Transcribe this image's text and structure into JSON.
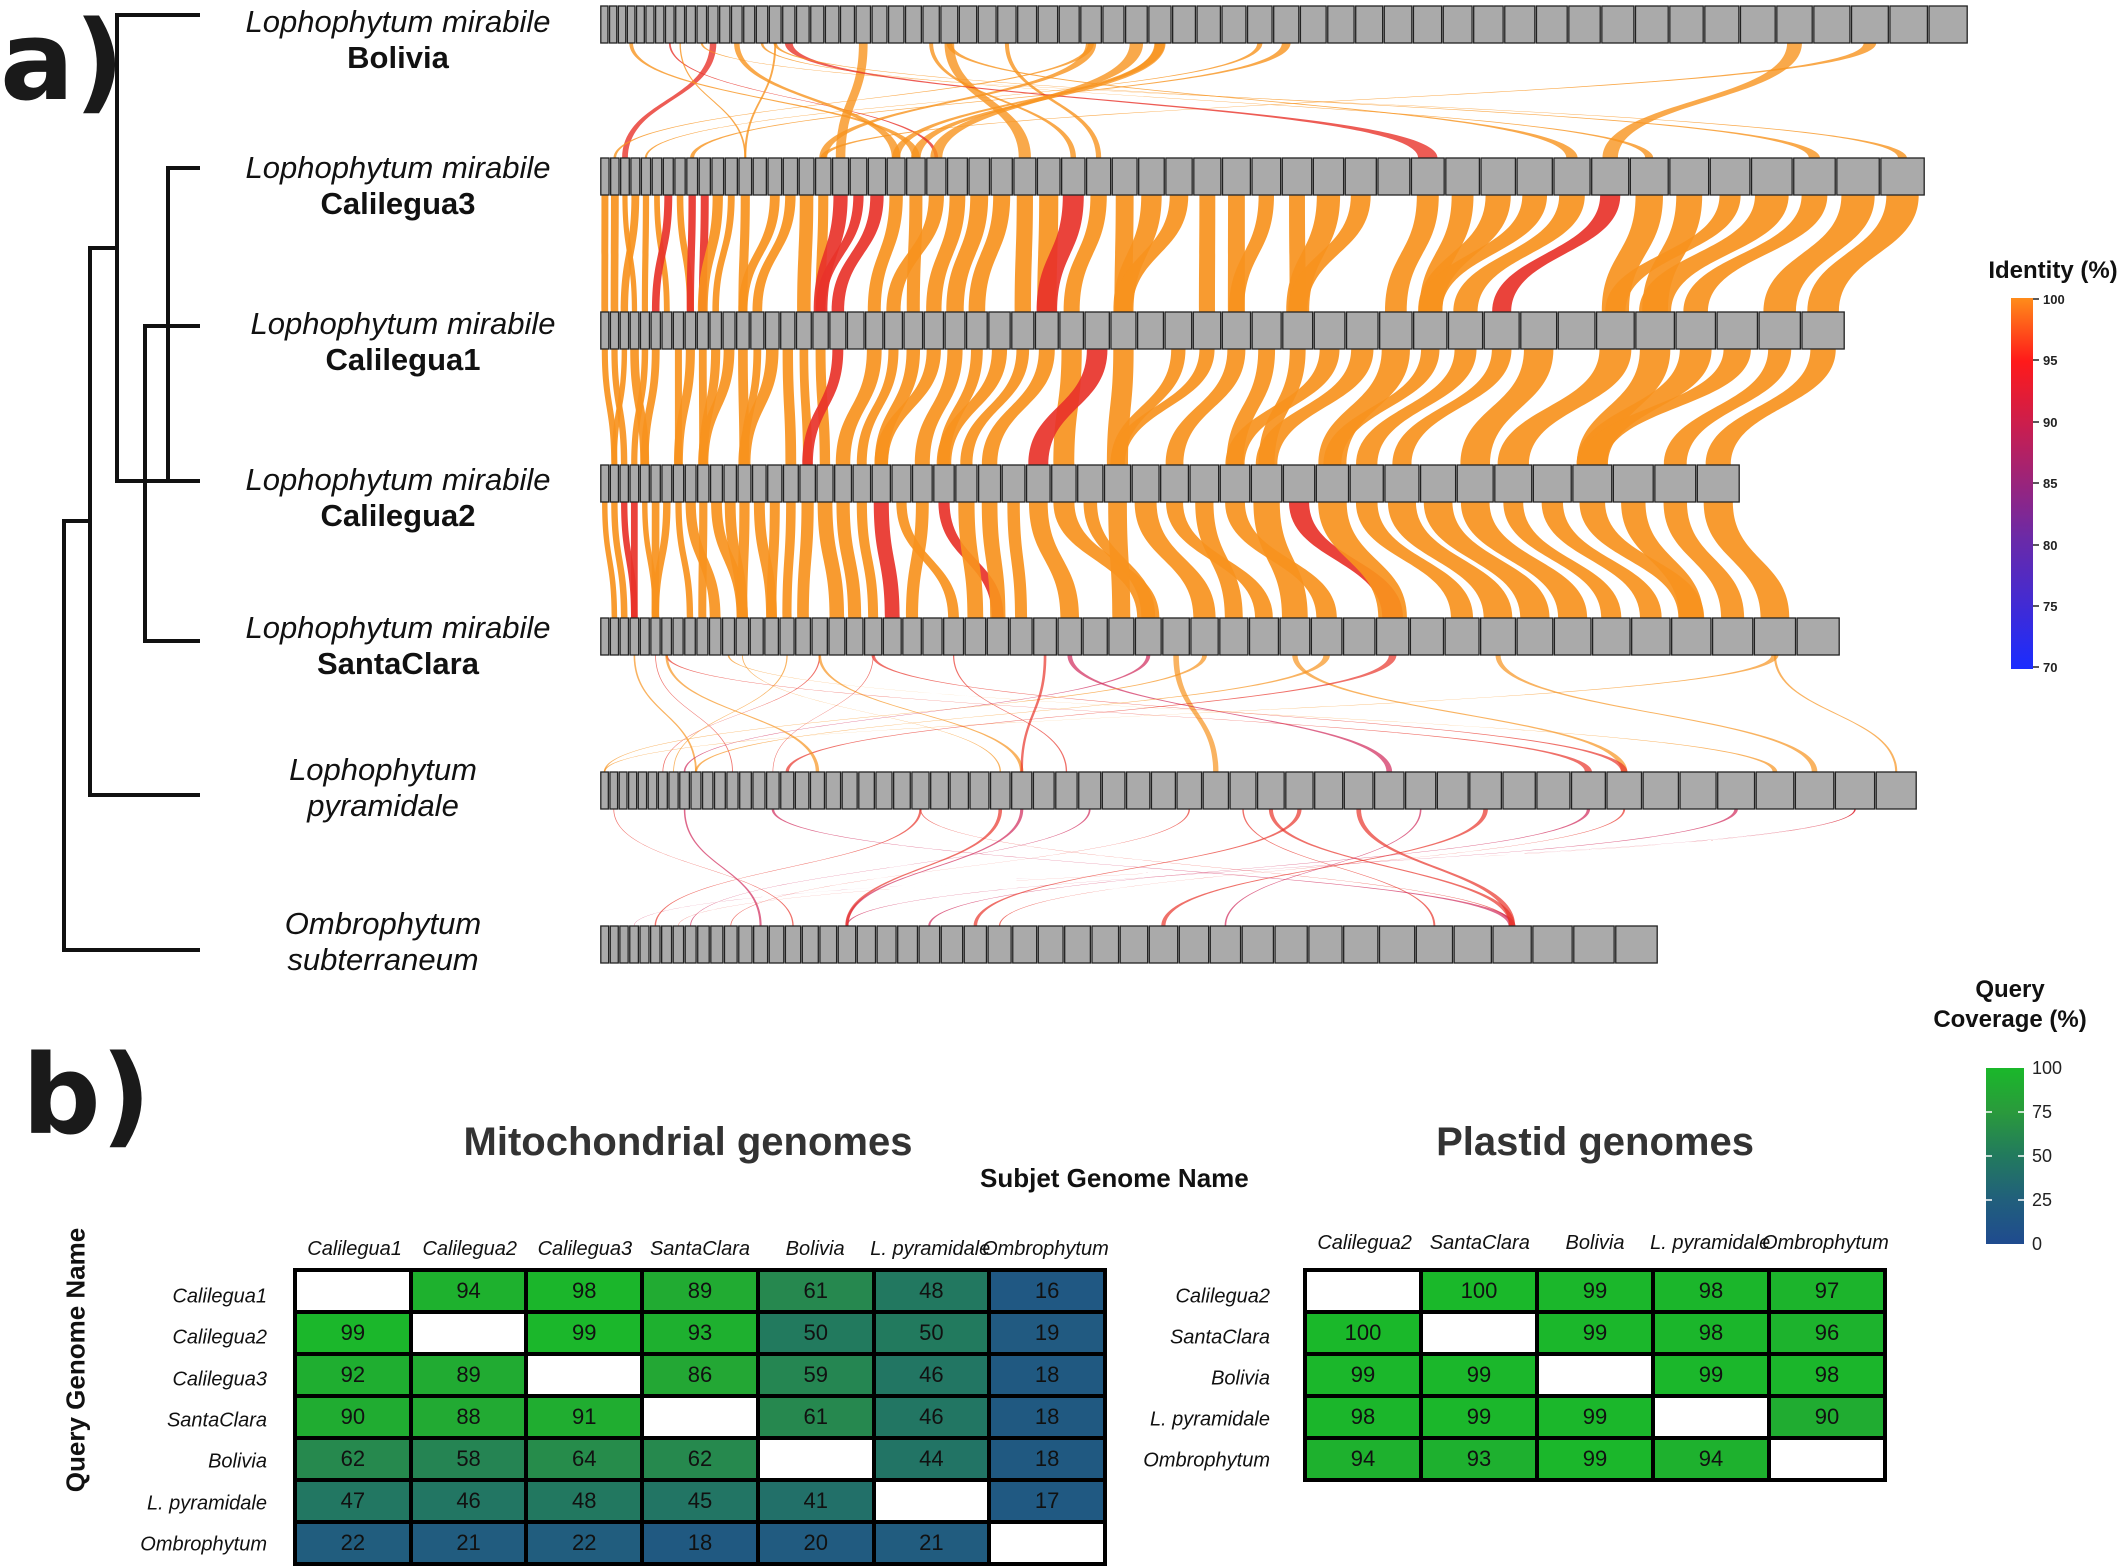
{
  "panel_a_label": "a)",
  "panel_b_label": "b)",
  "genomes": [
    {
      "species": "Lophophytum mirabile",
      "population": "Bolivia",
      "blocks": 63
    },
    {
      "species": "Lophophytum mirabile",
      "population": "Calilegua3",
      "blocks": 54
    },
    {
      "species": "Lophophytum mirabile",
      "population": "Calilegua1",
      "blocks": 52
    },
    {
      "species": "Lophophytum mirabile",
      "population": "Calilegua2",
      "blocks": 48
    },
    {
      "species": "Lophophytum mirabile",
      "population": "SantaClara",
      "blocks": 52
    },
    {
      "species": "Lophophytum pyramidale",
      "population": "",
      "blocks": 58
    },
    {
      "species": "Ombrophytum subterraneum",
      "population": "",
      "blocks": 45
    }
  ],
  "identity_legend": {
    "title": "Identity (%)",
    "ticks": [
      "100",
      "95",
      "90",
      "85",
      "80",
      "75",
      "70"
    ],
    "colors": [
      "#ff8c1a",
      "#ff1a1a",
      "#c81e50",
      "#6a2aa8",
      "#1a2cff"
    ]
  },
  "coverage_legend": {
    "title_line1": "Query",
    "title_line2": "Coverage (%)",
    "ticks": [
      "100",
      "75",
      "50",
      "25",
      "0"
    ],
    "colors": [
      "#1ab82a",
      "#2a9a3c",
      "#227a5e",
      "#215f7c",
      "#1f4b8f"
    ]
  },
  "heatmaps": {
    "subject_axis_title": "Subjet Genome Name",
    "query_axis_title": "Query Genome Name",
    "mito": {
      "title": "Mitochondrial genomes",
      "columns": [
        "Calilegua1",
        "Calilegua2",
        "Calilegua3",
        "SantaClara",
        "Bolivia",
        "L. pyramidale",
        "Ombrophytum"
      ],
      "rows": [
        "Calilegua1",
        "Calilegua2",
        "Calilegua3",
        "SantaClara",
        "Bolivia",
        "L. pyramidale",
        "Ombrophytum"
      ],
      "values": [
        [
          null,
          94,
          98,
          89,
          61,
          48,
          16
        ],
        [
          99,
          null,
          99,
          93,
          50,
          50,
          19
        ],
        [
          92,
          89,
          null,
          86,
          59,
          46,
          18
        ],
        [
          90,
          88,
          91,
          null,
          61,
          46,
          18
        ],
        [
          62,
          58,
          64,
          62,
          null,
          44,
          18
        ],
        [
          47,
          46,
          48,
          45,
          41,
          null,
          17
        ],
        [
          22,
          21,
          22,
          18,
          20,
          21,
          null
        ]
      ]
    },
    "plastid": {
      "title": "Plastid genomes",
      "columns": [
        "Calilegua2",
        "SantaClara",
        "Bolivia",
        "L. pyramidale",
        "Ombrophytum"
      ],
      "rows": [
        "Calilegua2",
        "SantaClara",
        "Bolivia",
        "L. pyramidale",
        "Ombrophytum"
      ],
      "values": [
        [
          null,
          100,
          99,
          98,
          97
        ],
        [
          100,
          null,
          99,
          98,
          96
        ],
        [
          99,
          99,
          null,
          99,
          98
        ],
        [
          98,
          99,
          99,
          null,
          90
        ],
        [
          94,
          93,
          99,
          94,
          null
        ]
      ]
    }
  }
}
